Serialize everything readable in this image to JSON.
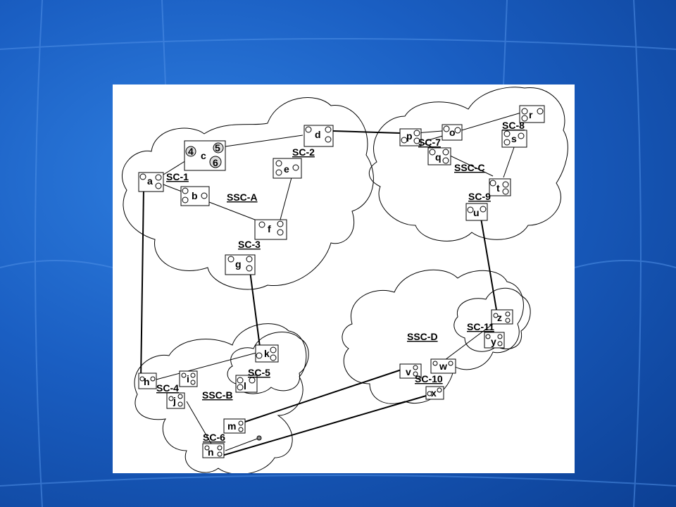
{
  "domains": [
    {
      "label": "SSC-A"
    },
    {
      "label": "SSC-B"
    },
    {
      "label": "SSC-C"
    },
    {
      "label": "SSC-D"
    }
  ],
  "clusters": [
    {
      "label": "SC-1"
    },
    {
      "label": "SC-2"
    },
    {
      "label": "SC-3"
    },
    {
      "label": "SC-4"
    },
    {
      "label": "SC-5"
    },
    {
      "label": "SC-6"
    },
    {
      "label": "SC-7"
    },
    {
      "label": "SC-8"
    },
    {
      "label": "SC-9"
    },
    {
      "label": "SC-10"
    },
    {
      "label": "SC-11"
    }
  ],
  "nodes": [
    "a",
    "b",
    "c",
    "d",
    "e",
    "f",
    "g",
    "h",
    "i",
    "j",
    "k",
    "l",
    "m",
    "n",
    "o",
    "p",
    "q",
    "r",
    "s",
    "t",
    "u",
    "v",
    "w",
    "x",
    "y",
    "z"
  ],
  "sub_nodes": [
    "4",
    "5",
    "6"
  ]
}
